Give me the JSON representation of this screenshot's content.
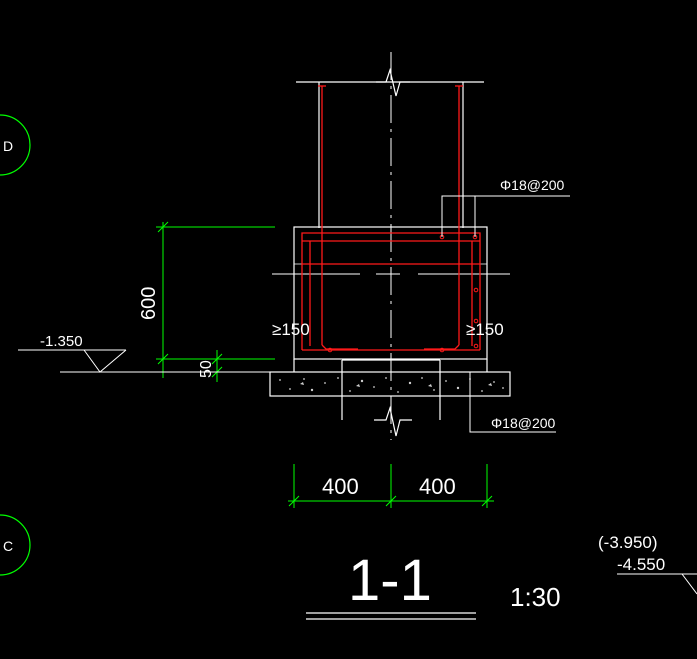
{
  "drawing": {
    "section_title": "1-1",
    "scale": "1:30",
    "grid_axes": [
      {
        "label": "D"
      },
      {
        "label": "C"
      }
    ],
    "level_marks": {
      "ground": "-1.350",
      "bottom_paren": "(-3.950)",
      "bottom": "-4.550"
    },
    "rebar_callouts": {
      "top": "Φ18@200",
      "bottom": "Φ18@200"
    },
    "anchorage_labels": {
      "left": "≥150",
      "right": "≥150"
    },
    "dimensions": {
      "height": "600",
      "cushion": "50",
      "left_width": "400",
      "right_width": "400"
    },
    "colors": {
      "background": "#000000",
      "linework": "#ffffff",
      "dimension": "#00ff00",
      "rebar": "#ff0000"
    }
  }
}
